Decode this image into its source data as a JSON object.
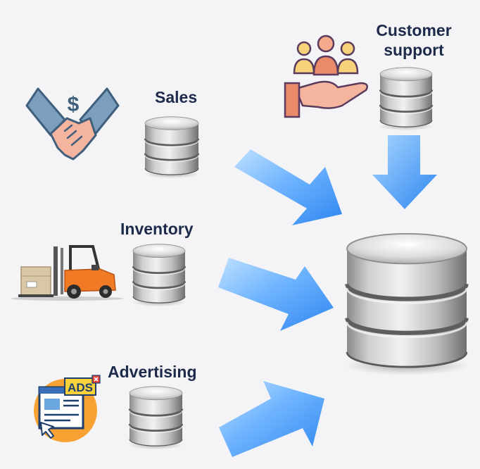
{
  "sources": [
    {
      "id": "sales",
      "label": "Sales",
      "icon": "handshake-dollar-icon"
    },
    {
      "id": "inventory",
      "label": "Inventory",
      "icon": "forklift-icon"
    },
    {
      "id": "advertising",
      "label": "Advertising",
      "icon": "ads-browser-icon",
      "badge": "ADS"
    },
    {
      "id": "customer-support",
      "label_line1": "Customer",
      "label_line2": "support",
      "icon": "customer-support-icon"
    }
  ],
  "target": {
    "icon": "central-database-icon"
  },
  "colors": {
    "label_text": "#1d2a4a",
    "arrow_light": "#a9d6ff",
    "arrow_dark": "#2e86f0",
    "db_light": "#e6e6e6",
    "db_dark": "#8f8f8f",
    "ads_orange": "#f7a233",
    "ads_yellow": "#f9d23c",
    "ads_red": "#e8423a",
    "handshake_blue": "#7c9fbd",
    "skin": "#f4b49d",
    "forklift_orange": "#f07b24",
    "support_hand": "#e98b6b"
  }
}
